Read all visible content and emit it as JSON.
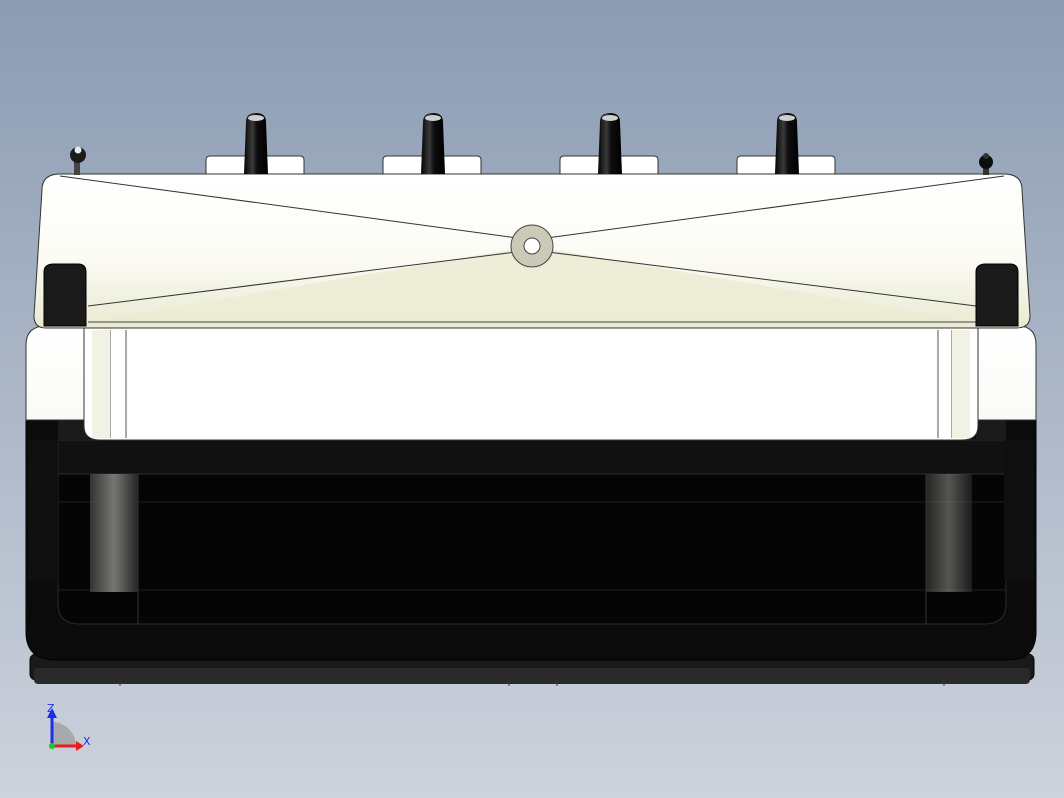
{
  "viewport": {
    "background_top": "#8c9cb3",
    "background_bottom": "#cbd0da"
  },
  "model": {
    "body_white": "#ffffff",
    "body_shade": "#eeeedc",
    "dark_part": "#0a0a0a",
    "edge_line": "#222222",
    "knob_count": 4
  },
  "triad": {
    "z_label": "Z",
    "x_label": "X",
    "z_color": "#1d2ee8",
    "x_color": "#e81d1d",
    "y_color": "#1ec81e"
  }
}
